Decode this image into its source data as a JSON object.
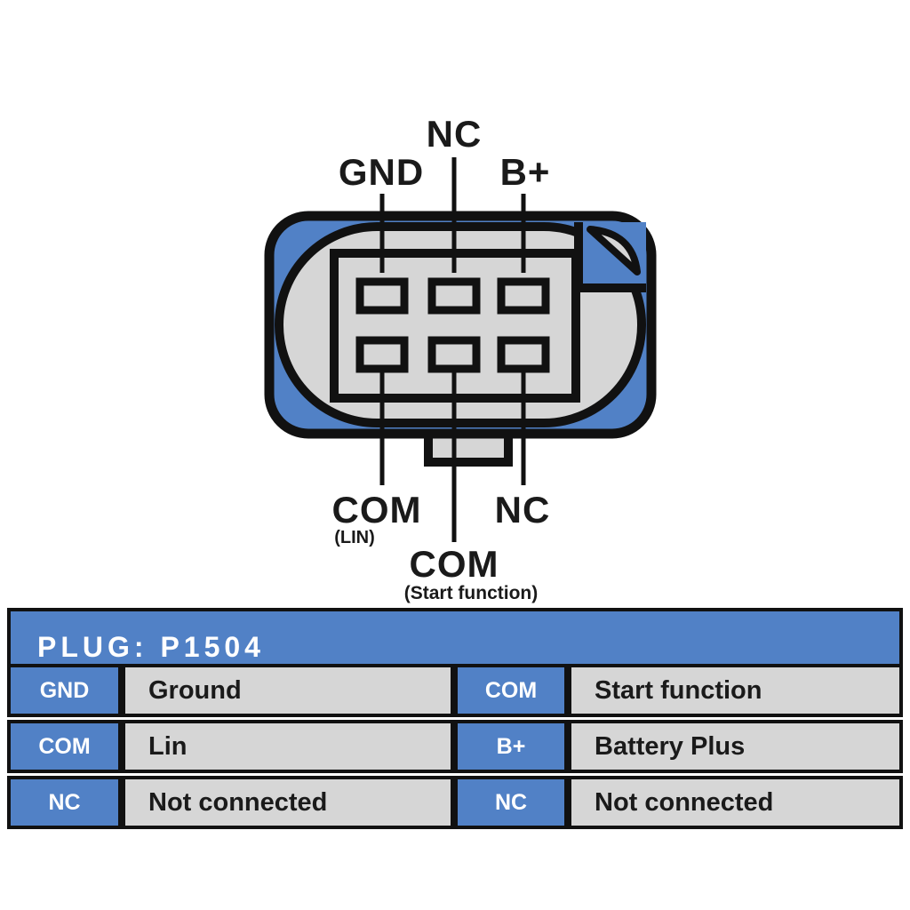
{
  "colors": {
    "blue": "#5181c6",
    "panel_gray": "#d6d6d6",
    "line_black": "#111111",
    "text_dark": "#1a1a1a",
    "text_white": "#ffffff"
  },
  "diagram": {
    "top_labels": {
      "gnd": "GND",
      "nc": "NC",
      "bplus": "B+"
    },
    "bottom_labels": {
      "com_lin": {
        "label": "COM",
        "sub": "(LIN)"
      },
      "nc": "NC",
      "com_start": {
        "label": "COM",
        "sub": "(Start function)"
      }
    }
  },
  "table": {
    "title": "PLUG: P1504",
    "rows": [
      {
        "pin_a": "GND",
        "desc_a": "Ground",
        "pin_b": "COM",
        "desc_b": "Start function"
      },
      {
        "pin_a": "COM",
        "desc_a": "Lin",
        "pin_b": "B+",
        "desc_b": "Battery Plus"
      },
      {
        "pin_a": "NC",
        "desc_a": "Not connected",
        "pin_b": "NC",
        "desc_b": "Not connected"
      }
    ]
  }
}
